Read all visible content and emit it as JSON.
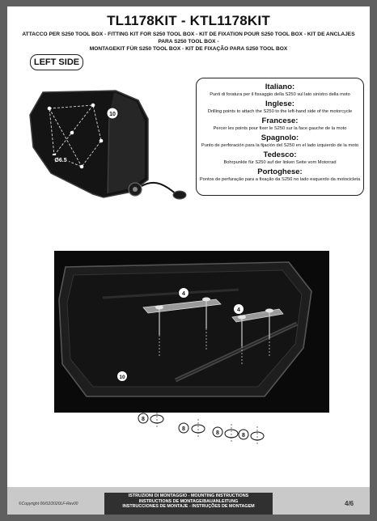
{
  "header": {
    "title": "TL1178KIT - KTL1178KIT",
    "subtitle_line1": "ATTACCO PER S250 TOOL BOX - FITTING KIT FOR S250 TOOL BOX - KIT DE FIXATION POUR S250 TOOL BOX - KIT DE ANCLAJES PARA S250 TOOL BOX -",
    "subtitle_line2": "MONTAGEKIT FÜR S250 TOOL BOX - KIT DE FIXAÇÃO PARA S250 TOOL BOX"
  },
  "side_badge": "LEFT SIDE",
  "instructions": [
    {
      "language": "Italiano:",
      "text": "Punti di foratura per il fissaggio della S250 sul lato sinistro della moto"
    },
    {
      "language": "Inglese:",
      "text": "Drilling points to attach the S250 to the left-hand side of the motorcycle"
    },
    {
      "language": "Francese:",
      "text": "Percer les points pour fixer le  S250 sur la face gauche de la moto"
    },
    {
      "language": "Spagnolo:",
      "text": "Punto de perforación para la fijación del S250 en el lado izquierdo de la moto"
    },
    {
      "language": "Tedesco:",
      "text": "Bohrpunkte für S250 auf der linken Seite vom Motorrad"
    },
    {
      "language": "Portoghese:",
      "text": "Pontos de perfuração para a fixação da S250 no lado esquerdo da motocicleta"
    }
  ],
  "diagram_labels": {
    "part_10": "10",
    "diameter": "Ø6.5",
    "part_4": "4",
    "part_8": "8"
  },
  "footer": {
    "line1": "ISTRUZIONI DI MONTAGGIO  -  MOUNTING INSTRUCTIONS",
    "line2": "INSTRUCTIONS DE MONTAGE/BAUANLEITUNG",
    "line3": "INSTRUCCIONES DE MONTAJE - INSTRUÇÕES DE MONTAGEM",
    "copyright": "©Copyright 06/02/2020LF-Rev00",
    "page": "4/6"
  },
  "colors": {
    "background": "#5f5f5f",
    "page": "#ffffff",
    "footer_band": "#303030",
    "footer_bar": "#c9c9c9"
  }
}
